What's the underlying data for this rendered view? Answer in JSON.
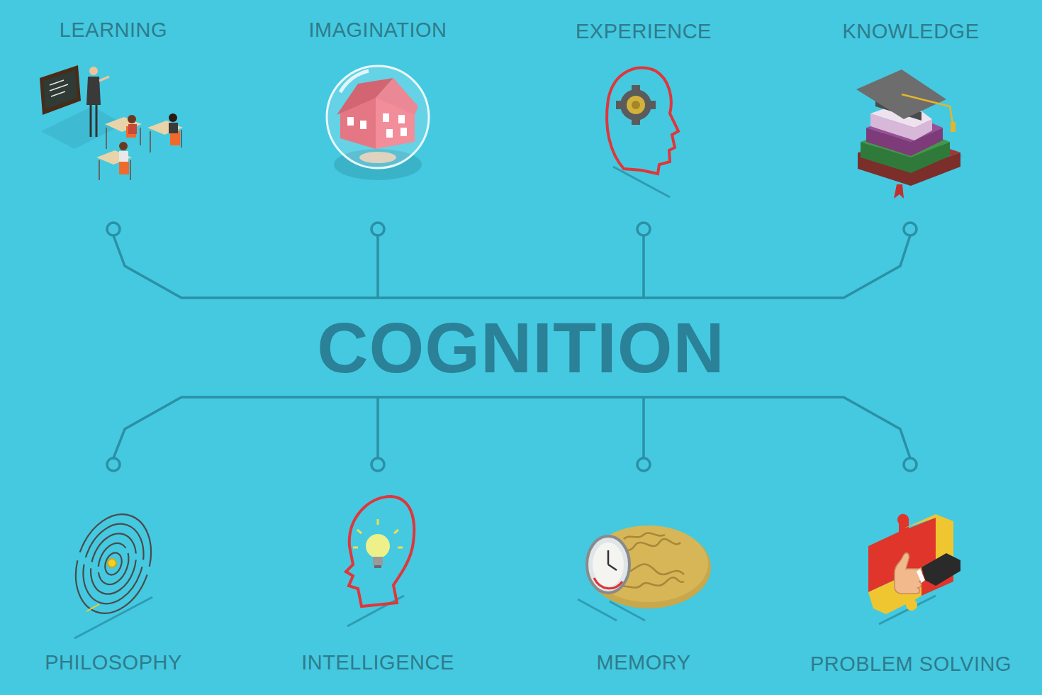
{
  "diagram": {
    "title": "COGNITION",
    "labels": [
      "LEARNING",
      "IMAGINATION",
      "EXPERIENCE",
      "KNOWLEDGE",
      "PHILOSOPHY",
      "INTELLIGENCE",
      "MEMORY",
      "PROBLEM SOLVING"
    ]
  }
}
